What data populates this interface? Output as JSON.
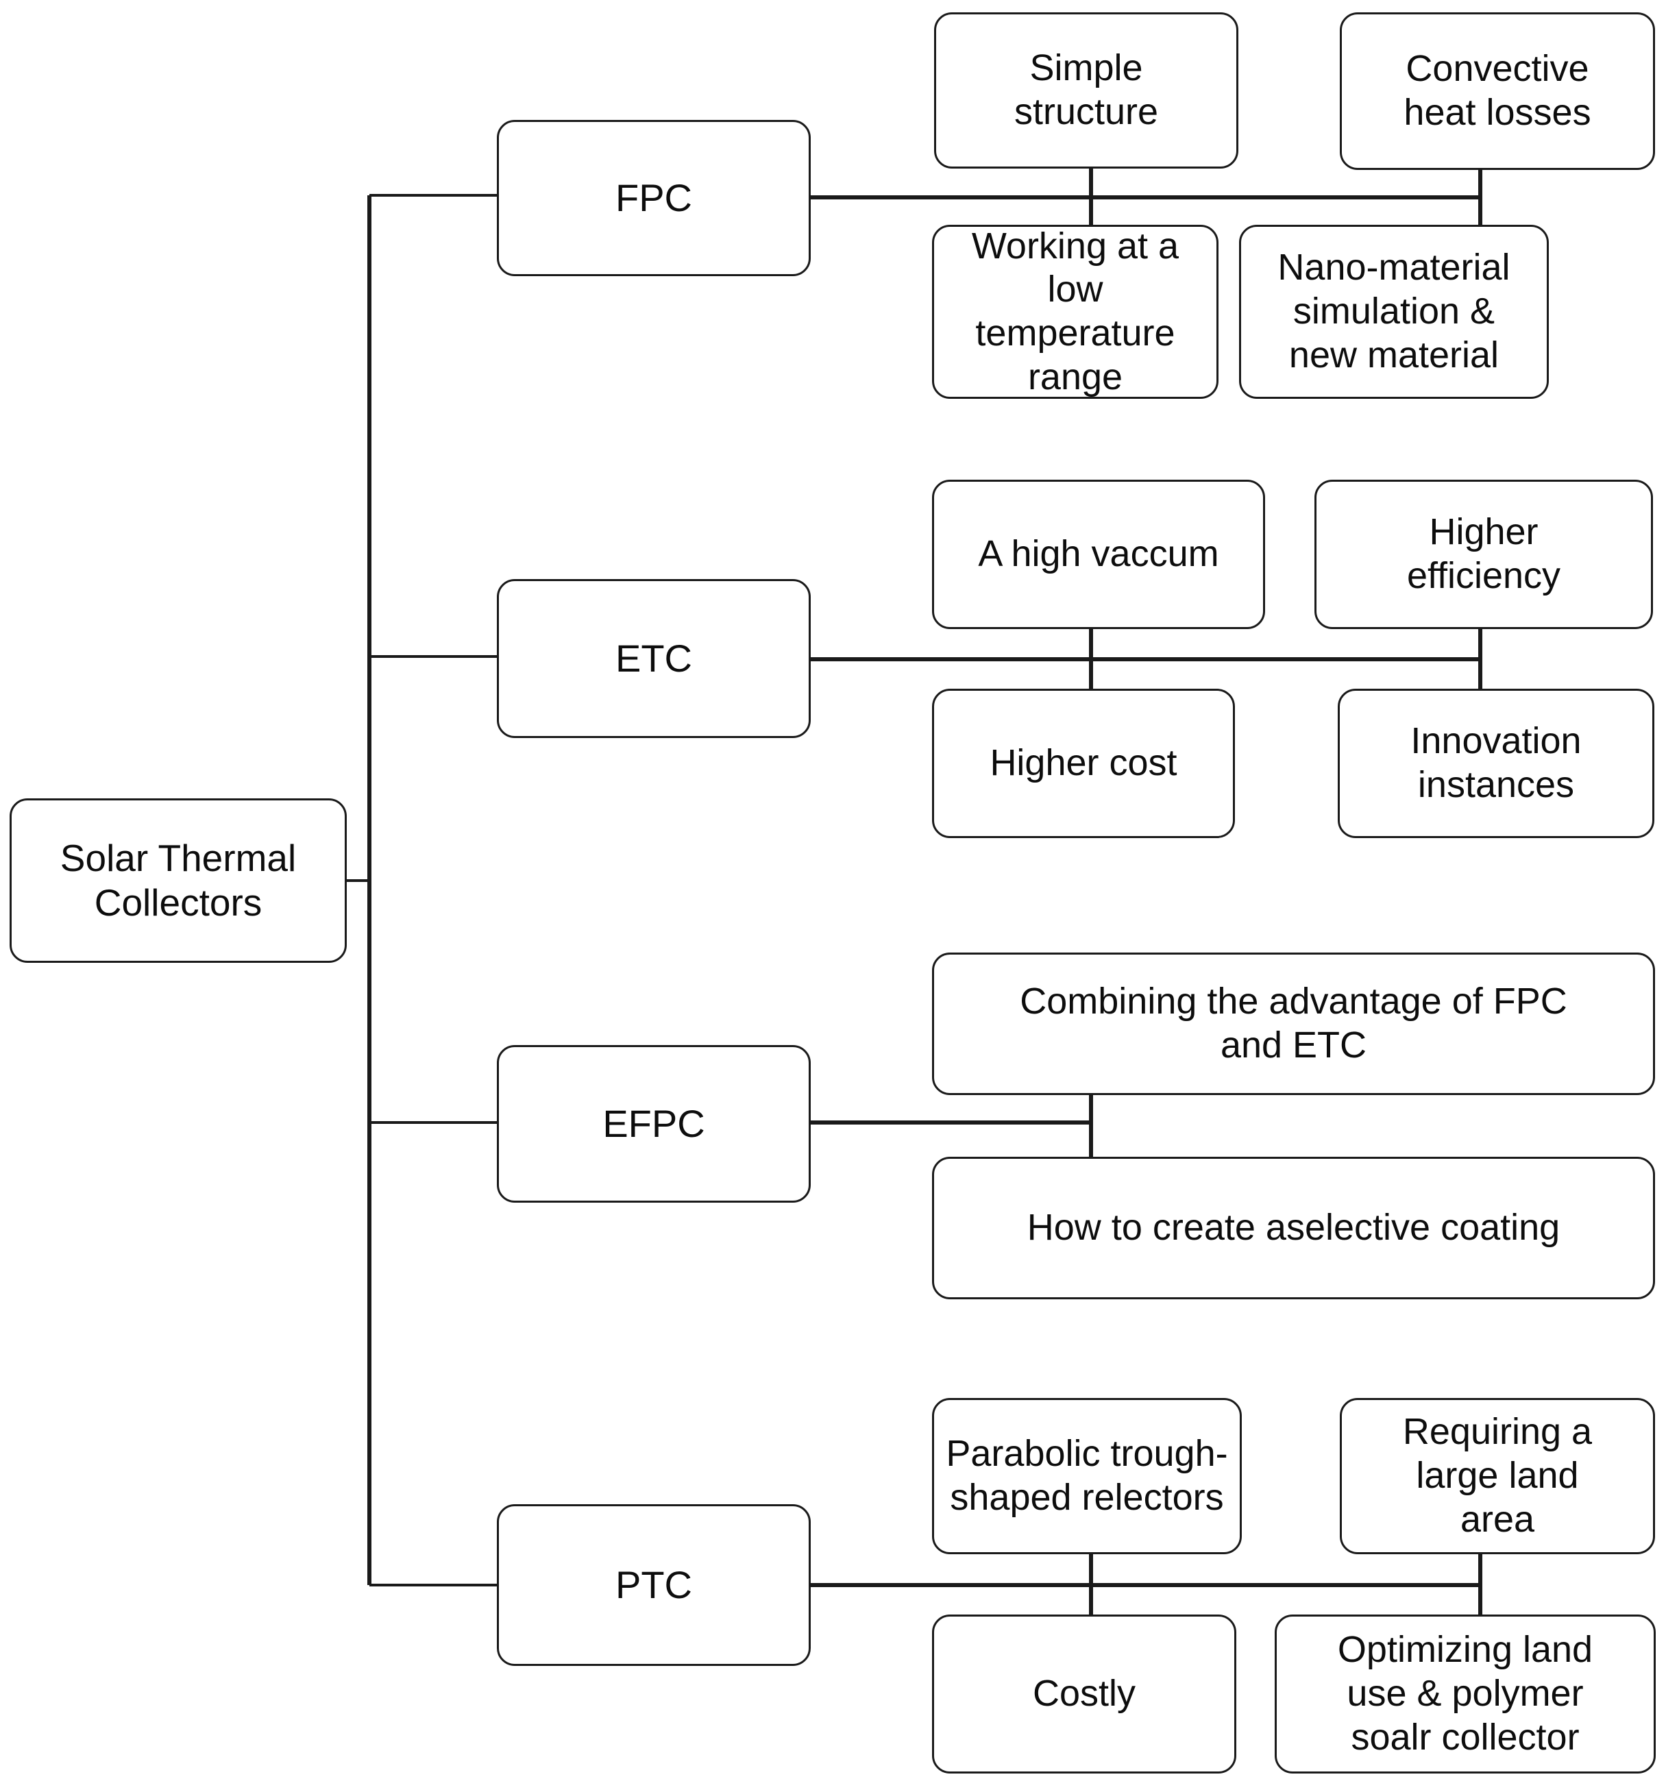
{
  "diagram": {
    "type": "tree-hierarchy",
    "orientation": "left-to-right",
    "root": {
      "label": "Solar Thermal\nCollectors"
    },
    "branches": [
      {
        "key": "fpc",
        "label": "FPC",
        "leaves": [
          {
            "key": "fpc-advantage-1",
            "label": "Simple\nstructure"
          },
          {
            "key": "fpc-challenge-1",
            "label": "Convective\nheat losses"
          },
          {
            "key": "fpc-advantage-2",
            "label": "Working at a low\ntemperature\nrange"
          },
          {
            "key": "fpc-challenge-2",
            "label": "Nano-material\nsimulation &\nnew material"
          }
        ]
      },
      {
        "key": "etc",
        "label": "ETC",
        "leaves": [
          {
            "key": "etc-advantage-1",
            "label": "A high vaccum"
          },
          {
            "key": "etc-challenge-1",
            "label": "Higher\nefficiency"
          },
          {
            "key": "etc-advantage-2",
            "label": "Higher cost"
          },
          {
            "key": "etc-challenge-2",
            "label": "Innovation\ninstances"
          }
        ]
      },
      {
        "key": "efpc",
        "label": "EFPC",
        "leaves": [
          {
            "key": "efpc-advantage-1",
            "label": "Combining the advantage of FPC\nand ETC"
          },
          {
            "key": "efpc-challenge-1",
            "label": "How to create aselective coating"
          }
        ]
      },
      {
        "key": "ptc",
        "label": "PTC",
        "leaves": [
          {
            "key": "ptc-advantage-1",
            "label": "Parabolic trough-\nshaped relectors"
          },
          {
            "key": "ptc-challenge-1",
            "label": "Requiring a\nlarge land\narea"
          },
          {
            "key": "ptc-advantage-2",
            "label": "Costly"
          },
          {
            "key": "ptc-challenge-2",
            "label": "Optimizing land\nuse & polymer\nsoalr collector"
          }
        ]
      }
    ],
    "colors": {
      "stroke": "#1a1a1a",
      "fill": "#ffffff",
      "text": "#0d0d0d"
    }
  }
}
